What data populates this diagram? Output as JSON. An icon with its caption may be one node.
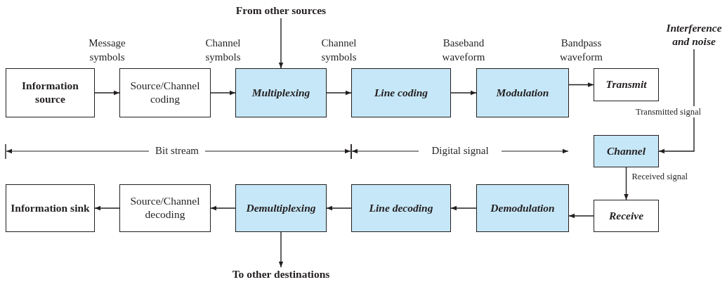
{
  "diagram": {
    "nodes": [
      {
        "text": [
          "Information source"
        ]
      },
      {
        "text": [
          "Source/Channel coding"
        ]
      },
      {
        "text": [
          "Multiplexing"
        ]
      },
      {
        "text": [
          "Line coding"
        ]
      },
      {
        "text": [
          "Modulation"
        ]
      },
      {
        "text": [
          "Transmit"
        ]
      },
      {
        "text": [
          "Channel"
        ]
      },
      {
        "text": [
          "Receive"
        ]
      },
      {
        "text": [
          "Demodulation"
        ]
      },
      {
        "text": [
          "Line decoding"
        ]
      },
      {
        "text": [
          "Demultiplexing"
        ]
      },
      {
        "text": [
          "Source/Channel decoding"
        ]
      },
      {
        "text": [
          "Information sink"
        ]
      },
      {
        "text": [
          "From other sources"
        ]
      },
      {
        "text": [
          "Interference and noise"
        ]
      },
      {
        "text": [
          "To other destinations"
        ]
      }
    ],
    "edges": [
      {
        "from": 0,
        "to": 1,
        "arrow": "to",
        "label": "Message symbols"
      },
      {
        "from": 1,
        "to": 2,
        "arrow": "to",
        "label": "Channel symbols"
      },
      {
        "from": 2,
        "to": 3,
        "arrow": "to",
        "label": "Channel symbols"
      },
      {
        "from": 3,
        "to": 4,
        "arrow": "to",
        "label": "Baseband waveform"
      },
      {
        "from": 4,
        "to": 5,
        "arrow": "to",
        "label": "Bandpass waveform"
      },
      {
        "from": 13,
        "to": 2,
        "arrow": "to"
      },
      {
        "from": 14,
        "to": 6,
        "arrow": "to"
      },
      {
        "from": 6,
        "to": 7,
        "arrow": "to",
        "label": "Received signal"
      },
      {
        "from": 7,
        "to": 8,
        "arrow": "to"
      },
      {
        "from": 8,
        "to": 9,
        "arrow": "to"
      },
      {
        "from": 9,
        "to": 10,
        "arrow": "to"
      },
      {
        "from": 10,
        "to": 11,
        "arrow": "to"
      },
      {
        "from": 11,
        "to": 12,
        "arrow": "to"
      },
      {
        "from": 10,
        "to": 15,
        "arrow": "to"
      }
    ],
    "labels": [
      "Transmitted signal",
      "Bit stream",
      "Digital signal"
    ]
  }
}
